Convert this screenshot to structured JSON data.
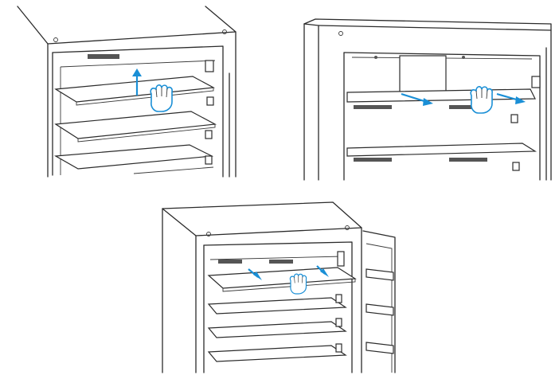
{
  "figure": {
    "accent_color": "#1a8fd6",
    "line_color": "#2b2b2b",
    "steps": [
      {
        "action": "lift-shelf",
        "arrow_direction": "up"
      },
      {
        "action": "pull-shelf-forward",
        "arrow_direction": "forward-right"
      },
      {
        "action": "slide-shelf-out",
        "arrow_direction": "forward-right"
      }
    ],
    "icons": [
      "hand-icon",
      "arrow-icon"
    ]
  }
}
